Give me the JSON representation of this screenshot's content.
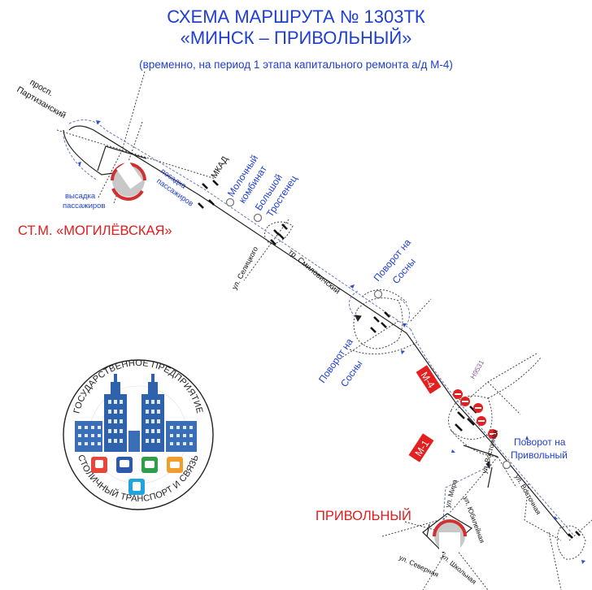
{
  "header": {
    "title_line1": "СХЕМА МАРШРУТА № 1303ТК",
    "title_line2": "«МИНСК – ПРИВОЛЬНЫЙ»",
    "note": "(временно, на период 1 этапа капитального ремонта а/д М-4)"
  },
  "places": {
    "station": "СТ.М. «МОГИЛЁВСКАЯ»",
    "destination": "ПРИВОЛЬНЫЙ"
  },
  "streets": {
    "partizansky_1": "просп.",
    "partizansky_2": "Партизанский",
    "mkad": "МКАД",
    "selitskogo": "ул. Селицкого",
    "smilovichsky": "тр. Смиловичский",
    "n9531": "Н9531",
    "mira": "ул. Мира",
    "vostochnaya": "ул. Восточная",
    "yubileynaya": "ул. Юбилейная",
    "severnaya": "ул. Северная",
    "shkolnaya": "ул. Школьная"
  },
  "stops": {
    "boarding_1": "посадка",
    "boarding_2": "пассажиров",
    "alight_1": "высадка",
    "alight_2": "пассажиров",
    "dairy_1": "Молочный",
    "dairy_2": "комбинат",
    "trostenets_1": "Большой",
    "trostenets_2": "Тростенец",
    "sosny_a_1": "Поворот на",
    "sosny_a_2": "Сосны",
    "sosny_b_1": "Поворот на",
    "sosny_b_2": "Сосны",
    "privolny_1": "Поворот на",
    "privolny_2": "Привольный"
  },
  "road_signs": {
    "m4": "М-4",
    "m1": "М-1"
  },
  "logo": {
    "top_text": "ГОСУДАРСТВЕННОЕ ПРЕДПРИЯТИЕ",
    "bottom_text": "СТОЛИЧНЫЙ ТРАНСПОРТ И СВЯЗЬ"
  },
  "colors": {
    "title_blue": "#1f3fd0",
    "place_red": "#e01b1b",
    "route_blue": "#3050c8",
    "sign_red": "#e32020"
  }
}
